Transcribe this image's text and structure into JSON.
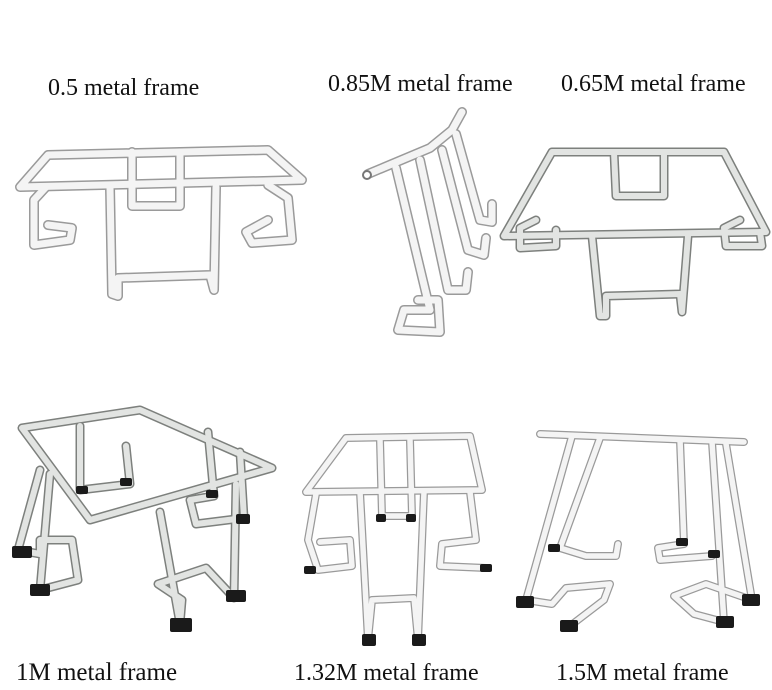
{
  "labels": {
    "frame_05": "0.5 metal frame",
    "frame_085": "0.85M metal frame",
    "frame_065": "0.65M metal frame",
    "frame_1": "1M metal frame",
    "frame_132": "1.32M metal frame",
    "frame_15": "1.5M metal frame"
  },
  "colors": {
    "background": "#ffffff",
    "tube_white": "#f4f4f4",
    "tube_grey": "#e2e4e2",
    "feet": "#1a1a1a",
    "text": "#111111"
  }
}
